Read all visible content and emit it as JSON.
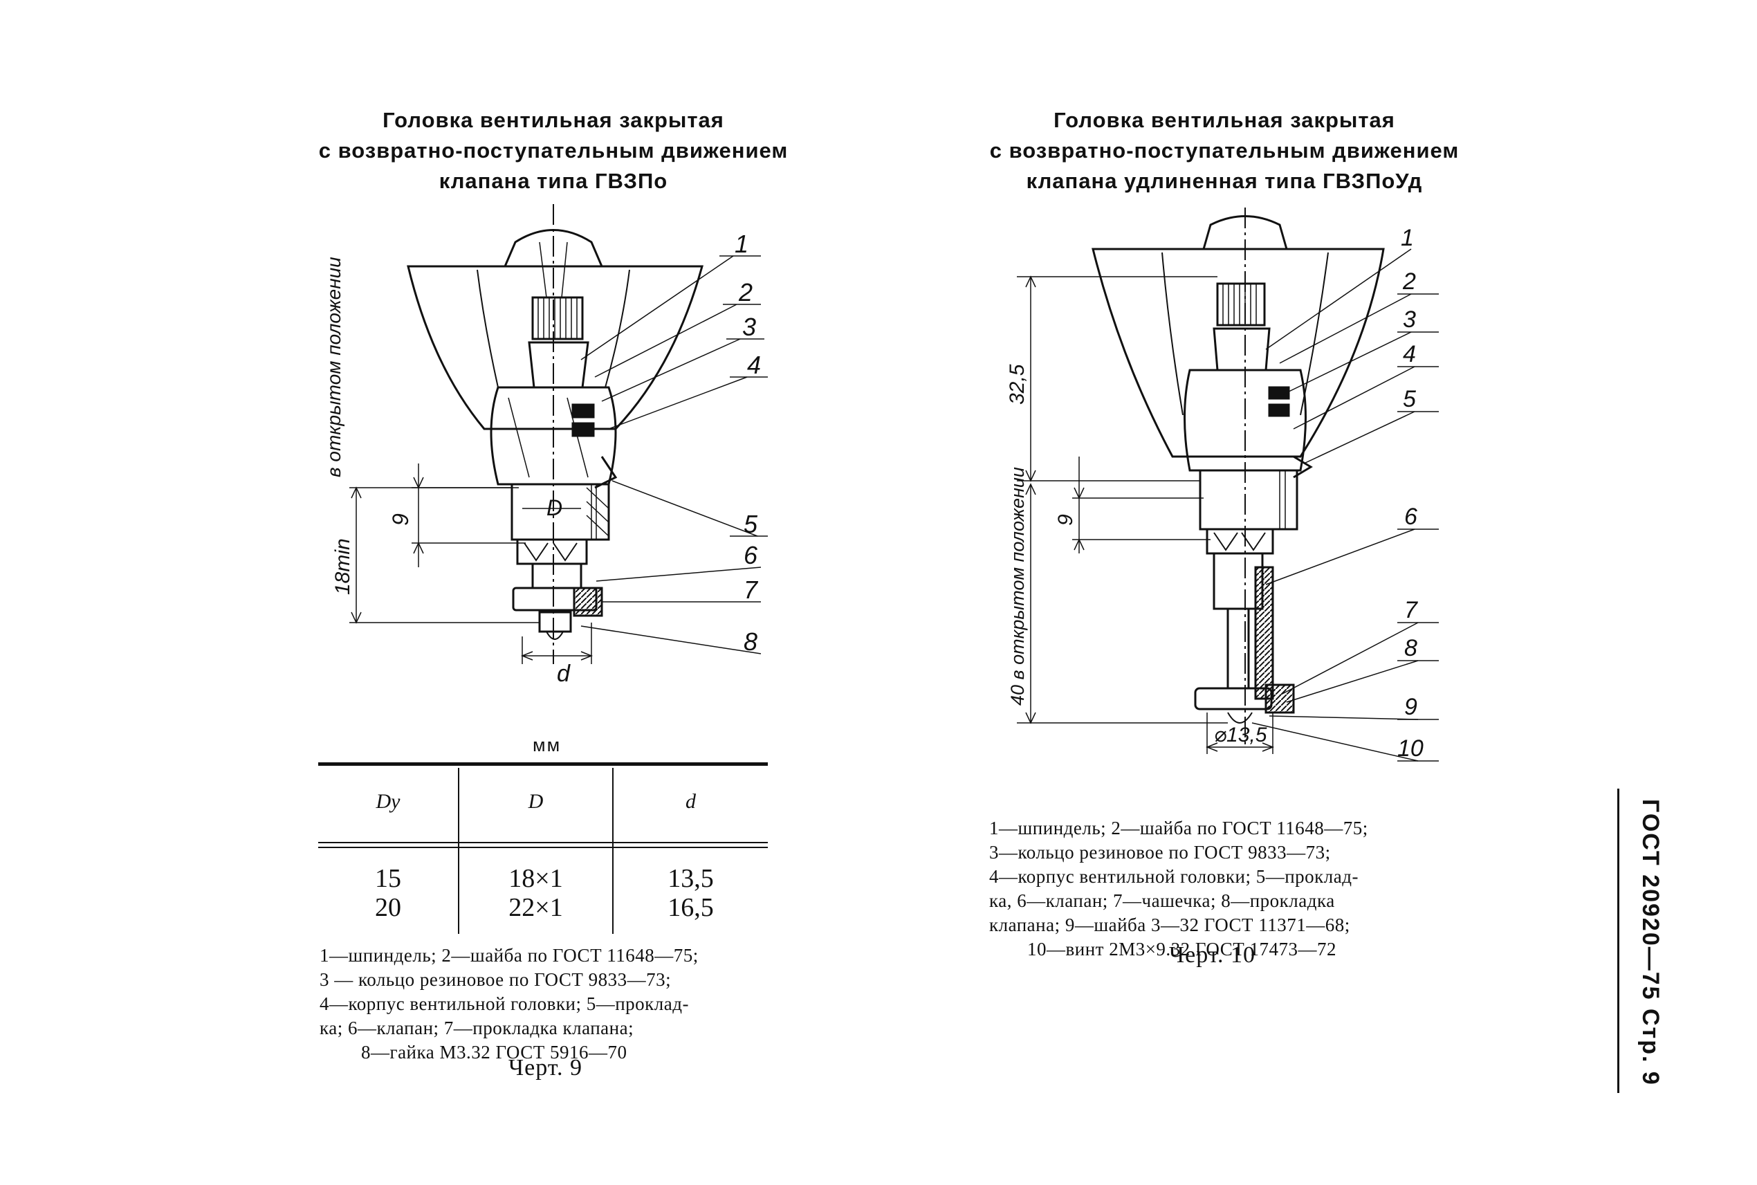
{
  "left": {
    "title": [
      "Головка вентильная закрытая",
      "с возвратно-поступательным движением",
      "клапана типа ГВЗПо"
    ],
    "callouts": [
      "1",
      "2",
      "3",
      "4",
      "5",
      "6",
      "7",
      "8"
    ],
    "dimensions": {
      "open_position": "в открытом положении",
      "stroke": "9",
      "min_length": "18min",
      "inner": "D",
      "outer": "d"
    },
    "units": "мм",
    "table": {
      "headers": [
        "Dу",
        "D",
        "d"
      ],
      "rows": [
        [
          "15",
          "18×1",
          "13,5"
        ],
        [
          "20",
          "22×1",
          "16,5"
        ]
      ]
    },
    "legend": [
      "1—шпиндель; 2—шайба по ГОСТ 11648—75;",
      "3 — кольцо резиновое по ГОСТ 9833—73;",
      "4—корпус вентильной головки; 5—проклад-",
      "ка; 6—клапан; 7—прокладка клапана;",
      "8—гайка М3.32 ГОСТ 5916—70"
    ],
    "caption": "Черт. 9"
  },
  "right": {
    "title": [
      "Головка вентильная закрытая",
      "с возвратно-поступательным движением",
      "клапана удлиненная типа ГВЗПоУд"
    ],
    "callouts": [
      "1",
      "2",
      "3",
      "4",
      "5",
      "6",
      "7",
      "8",
      "9",
      "10"
    ],
    "dimensions": {
      "top": "32,5",
      "stroke": "9",
      "open_position": "40 в открытом положении",
      "diameter": "⌀13,5"
    },
    "legend": [
      "1—шпиндель; 2—шайба по ГОСТ 11648—75;",
      "3—кольцо резиновое по ГОСТ 9833—73;",
      "4—корпус вентильной головки; 5—проклад-",
      "ка, 6—клапан; 7—чашечка; 8—прокладка",
      "клапана; 9—шайба 3—32 ГОСТ 11371—68;",
      "10—винт 2М3×9.32 ГОСТ 17473—72"
    ],
    "caption": "Черт. 10"
  },
  "side_header": "ГОСТ 20920—75 Стр. 9"
}
